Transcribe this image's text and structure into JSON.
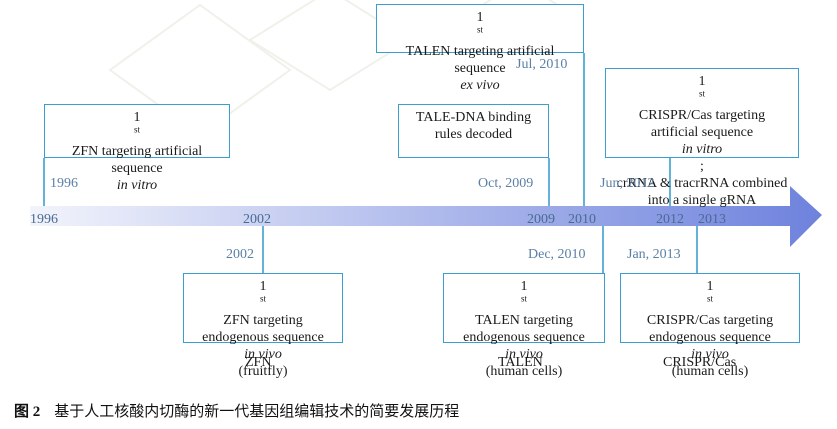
{
  "colors": {
    "arrow_start": "#f2f4fb",
    "arrow_end": "#6e82dd",
    "box_border": "#3a9fd0",
    "date_text": "#5b7fa6"
  },
  "axis_years": [
    "1996",
    "2002",
    "2009",
    "2010",
    "2012",
    "2013"
  ],
  "events_top": [
    {
      "label_lines": [
        "ZFN targeting artificial",
        "sequence"
      ],
      "ordinal": "1",
      "ordinal_sup": "st",
      "italic": "in vitro",
      "date": "1996"
    },
    {
      "label_lines": [
        "TALE-DNA binding",
        "rules decoded"
      ],
      "date": "Oct, 2009"
    },
    {
      "label_lines": [
        "TALEN targeting artificial",
        "sequence"
      ],
      "ordinal": "1",
      "ordinal_sup": "st",
      "italic": "ex vivo",
      "date": "Jul, 2010"
    },
    {
      "label_lines": [
        "CRISPR/Cas targeting",
        "artificial sequence",
        "crRNA & tracrRNA combined",
        "into a single gRNA"
      ],
      "ordinal": "1",
      "ordinal_sup": "st",
      "italic": "in vitro",
      "semicolon": ";",
      "date": "Jun, 2012"
    }
  ],
  "events_bottom": [
    {
      "label_lines": [
        "ZFN targeting",
        "endogenous sequence",
        "(fruitfly)"
      ],
      "ordinal": "1",
      "ordinal_sup": "st",
      "italic": "in vivo",
      "date": "2002"
    },
    {
      "label_lines": [
        "TALEN targeting",
        "endogenous sequence",
        "(human cells)"
      ],
      "ordinal": "1",
      "ordinal_sup": "st",
      "italic": "in vivo",
      "date": "Dec, 2010"
    },
    {
      "label_lines": [
        "CRISPR/Cas targeting",
        "endogenous sequence",
        "(human cells)"
      ],
      "ordinal": "1",
      "ordinal_sup": "st",
      "italic": "in vivo",
      "date": "Jan, 2013"
    }
  ],
  "categories": [
    "ZFN",
    "TALEN",
    "CRISPR/Cas"
  ],
  "caption": {
    "label": "图 2",
    "text": "基于人工核酸内切酶的新一代基因组编辑技术的简要发展历程"
  }
}
